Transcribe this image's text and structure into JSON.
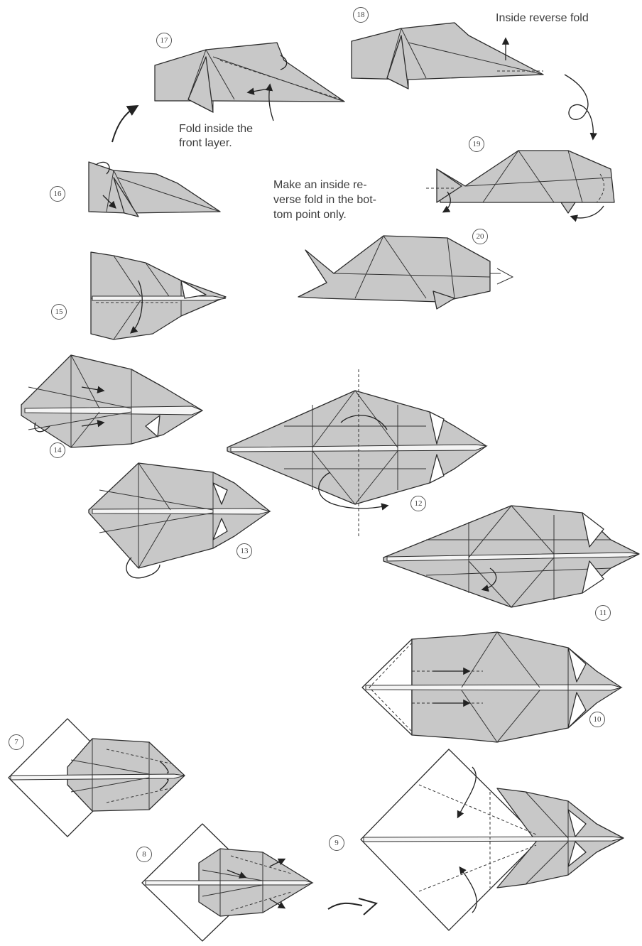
{
  "labels": {
    "inside_reverse_fold": "Inside reverse fold",
    "fold_inside_front_line1": "Fold inside the",
    "fold_inside_front_line2": "front layer.",
    "make_inside_line1": "Make an inside re-",
    "make_inside_line2": "verse fold in the bot-",
    "make_inside_line3": "tom point only."
  },
  "steps": {
    "s7": "7",
    "s8": "8",
    "s9": "9",
    "s10": "10",
    "s11": "11",
    "s12": "12",
    "s13": "13",
    "s14": "14",
    "s15": "15",
    "s16": "16",
    "s17": "17",
    "s18": "18",
    "s19": "19",
    "s20": "20"
  }
}
